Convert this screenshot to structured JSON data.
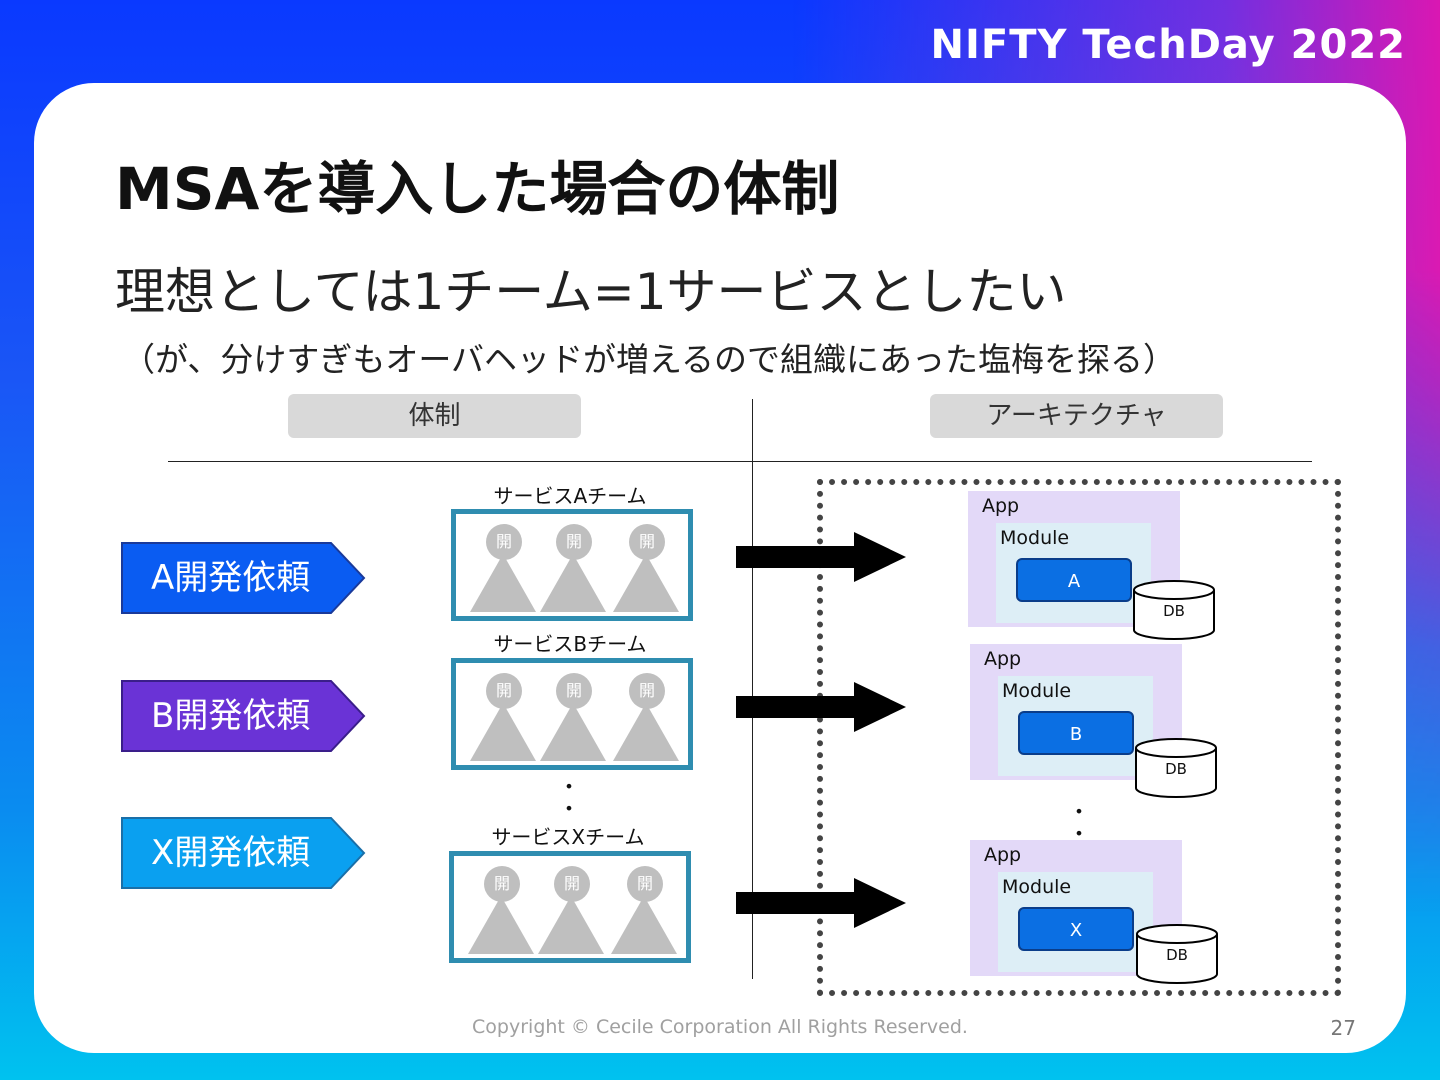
{
  "logo": "NIFTY TechDay 2022",
  "title": "MSAを導入した場合の体制",
  "subtitle": "理想としては1チーム=1サービスとしたい",
  "note": "（が、分けすぎもオーバヘッドが増えるので組織にあった塩梅を探る）",
  "columns": {
    "left": "体制",
    "right": "アーキテクチャ"
  },
  "requests": [
    {
      "label": "A開発依頼",
      "color": "#0a5cf2"
    },
    {
      "label": "B開発依頼",
      "color": "#6a33d6"
    },
    {
      "label": "X開発依頼",
      "color": "#0aa0f0"
    }
  ],
  "teams": [
    {
      "label": "サービスAチーム",
      "member": [
        "開",
        "開",
        "開"
      ]
    },
    {
      "label": "サービスBチーム",
      "member": [
        "開",
        "開",
        "開"
      ]
    },
    {
      "label": "サービスXチーム",
      "member": [
        "開",
        "開",
        "開"
      ]
    }
  ],
  "apps": [
    {
      "app": "App",
      "module": "Module",
      "service": "A",
      "db": "DB"
    },
    {
      "app": "App",
      "module": "Module",
      "service": "B",
      "db": "DB"
    },
    {
      "app": "App",
      "module": "Module",
      "service": "X",
      "db": "DB"
    }
  ],
  "ellipsis": "・・",
  "footer": "Copyright © Cecile Corporation All Rights Reserved.",
  "page_number": "27"
}
